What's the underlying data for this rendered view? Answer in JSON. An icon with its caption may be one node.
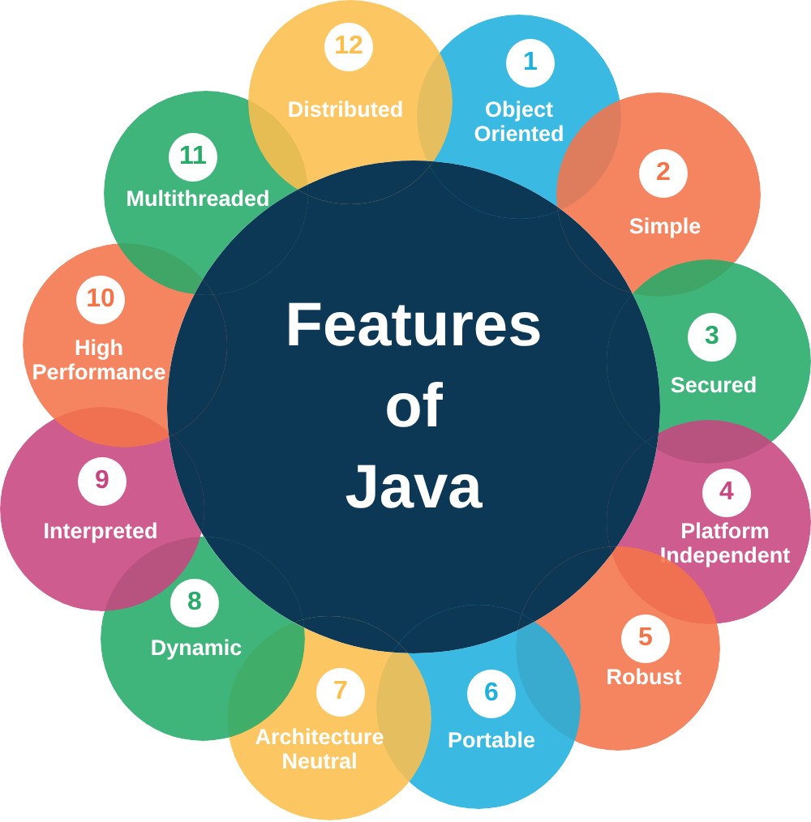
{
  "diagram": {
    "nodes": [
      {
        "text": [
          "Features of Java"
        ]
      },
      {
        "text": [
          "1",
          "Object Oriented"
        ]
      },
      {
        "text": [
          "2",
          "Simple"
        ]
      },
      {
        "text": [
          "3",
          "Secured"
        ]
      },
      {
        "text": [
          "4",
          "Platform Independent"
        ]
      },
      {
        "text": [
          "5",
          "Robust"
        ]
      },
      {
        "text": [
          "6",
          "Portable"
        ]
      },
      {
        "text": [
          "7",
          "Architecture Neutral"
        ]
      },
      {
        "text": [
          "8",
          "Dynamic"
        ]
      },
      {
        "text": [
          "9",
          "Interpreted"
        ]
      },
      {
        "text": [
          "10",
          "High Performance"
        ]
      },
      {
        "text": [
          "11",
          "Multithreaded"
        ]
      },
      {
        "text": [
          "12",
          "Distributed"
        ]
      }
    ]
  }
}
